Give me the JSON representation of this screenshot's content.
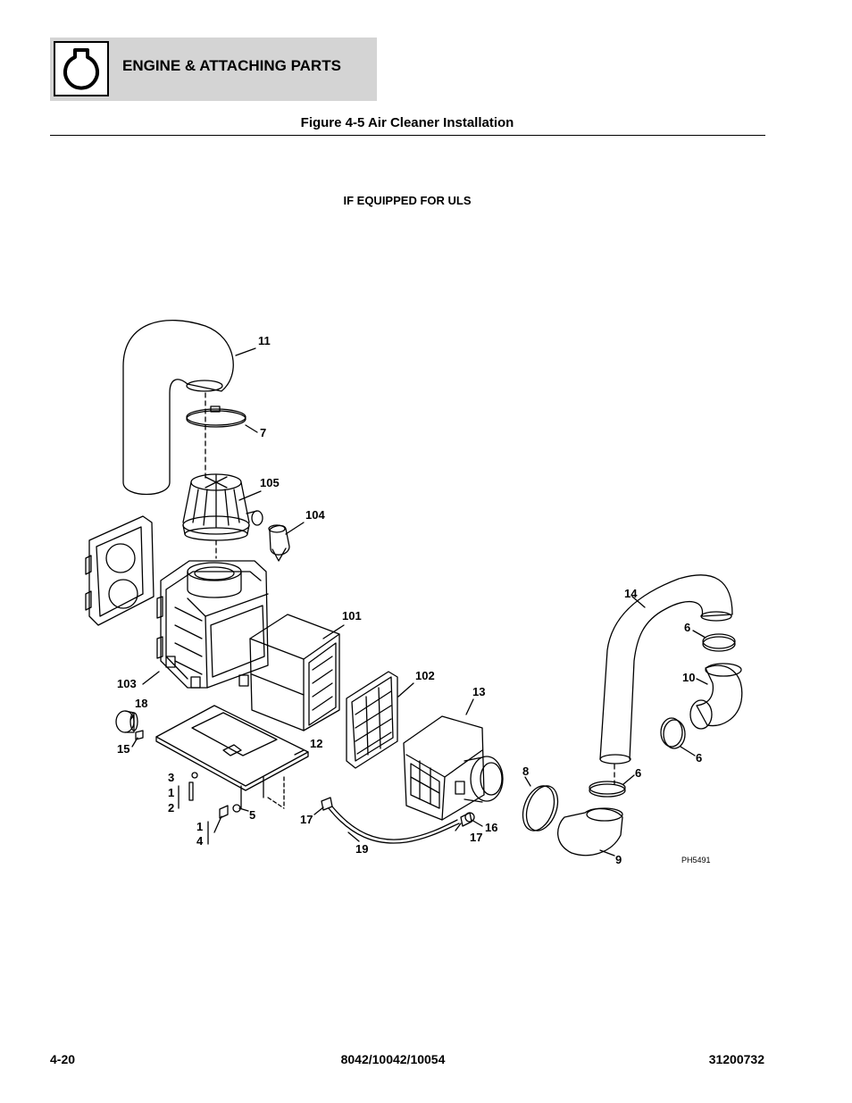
{
  "header": {
    "section_title": "ENGINE & ATTACHING PARTS",
    "icon": "engine-section-icon"
  },
  "figure": {
    "title": "Figure 4-5 Air Cleaner Installation",
    "subtitle": "IF EQUIPPED FOR ULS",
    "drawing_code": "PH5491",
    "callouts": {
      "c11": "11",
      "c7": "7",
      "c105": "105",
      "c104": "104",
      "c101": "101",
      "c103": "103",
      "c102": "102",
      "c13": "13",
      "c18": "18",
      "c15": "15",
      "c12": "12",
      "c3": "3",
      "c1a": "1",
      "c2": "2",
      "c1b": "1",
      "c4": "4",
      "c5": "5",
      "c17a": "17",
      "c19": "19",
      "c16": "16",
      "c17b": "17",
      "c8": "8",
      "c9": "9",
      "c14": "14",
      "c6a": "6",
      "c10": "10",
      "c6b": "6",
      "c6c": "6"
    }
  },
  "footer": {
    "page_number": "4-20",
    "models": "8042/10042/10054",
    "doc_number": "31200732"
  }
}
